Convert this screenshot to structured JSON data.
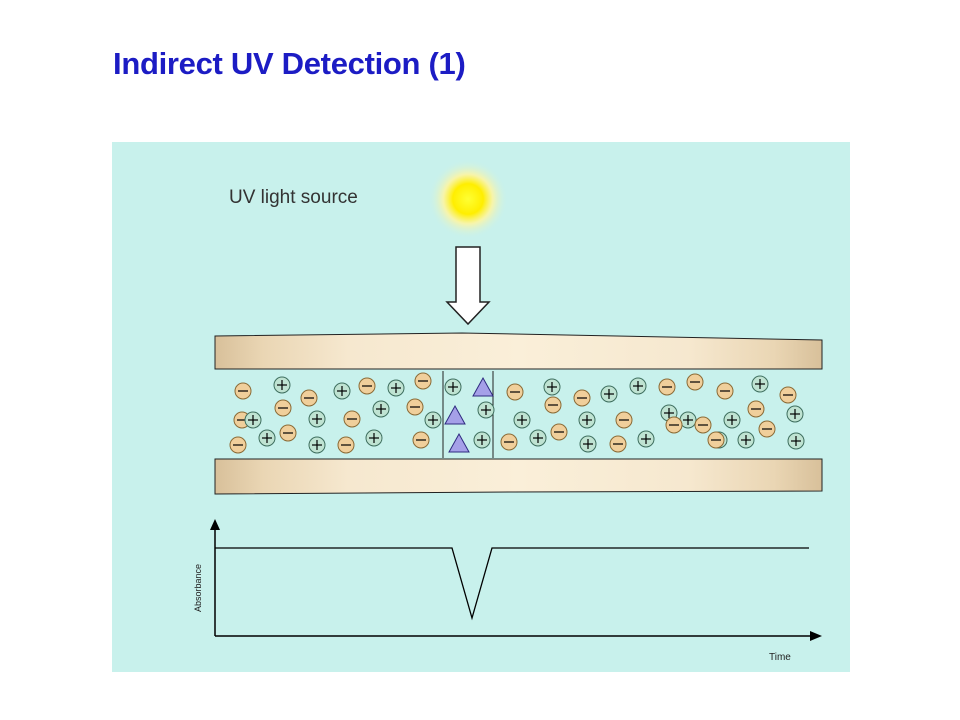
{
  "title": "Indirect UV Detection (1)",
  "diagram": {
    "light_source_label": "UV light source",
    "y_axis_label": "Absorbance",
    "x_axis_label": "Time"
  },
  "colors": {
    "title": "#1c1cc4",
    "panel_background": "#c8f1ec",
    "light": "#ffee00",
    "capillary_wall": "#f3e2c4",
    "cation": "#bfe3d2",
    "anion": "#f0cf9b",
    "analyte": "#a5a0e8",
    "trace": "#000000"
  },
  "legend_symbols": {
    "cation": "+",
    "anion": "−",
    "analyte": "triangle"
  }
}
